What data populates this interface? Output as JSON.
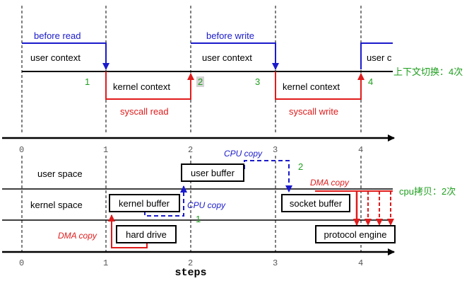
{
  "colors": {
    "blue": "#1a1acc",
    "red": "#e01b1b",
    "green": "#1f9e1f",
    "black": "#000000"
  },
  "top_timeline": {
    "before_read": "before read",
    "before_write": "before write",
    "user_context_1": "user context",
    "user_context_2": "user context",
    "user_context_3": "user c",
    "kernel_context_1": "kernel context",
    "kernel_context_2": "kernel context",
    "syscall_read": "syscall read",
    "syscall_write": "syscall write",
    "switch_markers": [
      "1",
      "2",
      "3",
      "4"
    ],
    "context_switch_summary": "上下文切换：4次"
  },
  "axis_ticks": [
    "0",
    "1",
    "2",
    "3",
    "4"
  ],
  "bottom_diagram": {
    "user_space": "user space",
    "kernel_space": "kernel space",
    "user_buffer": "user buffer",
    "kernel_buffer": "kernel buffer",
    "socket_buffer": "socket buffer",
    "hard_drive": "hard drive",
    "protocol_engine": "protocol engine",
    "cpu_copy_top": "CPU copy",
    "cpu_copy_bottom": "CPU copy",
    "dma_copy_left": "DMA copy",
    "dma_copy_right": "DMA copy",
    "copy_markers": [
      "1",
      "2"
    ],
    "cpu_copy_summary": "cpu拷贝：2次",
    "steps_label": "steps"
  }
}
